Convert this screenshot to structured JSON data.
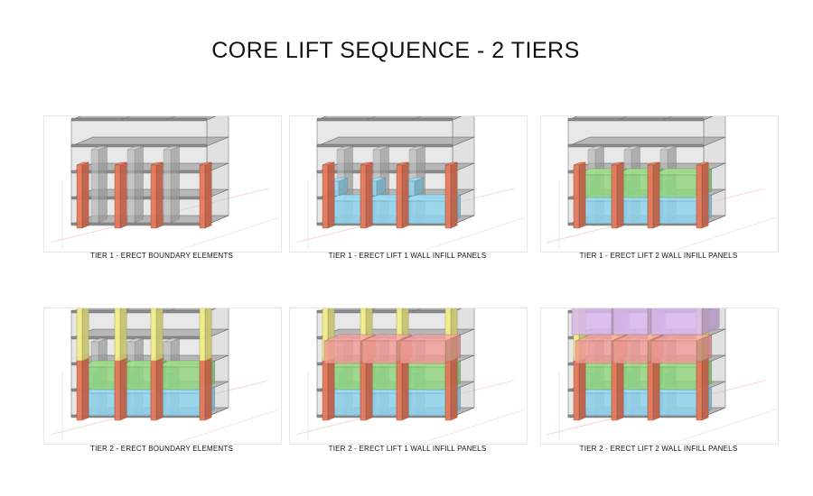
{
  "title": "CORE LIFT SEQUENCE - 2 TIERS",
  "colors": {
    "boundary_tier1": "#e8785a",
    "boundary_tier2": "#f3ef8a",
    "lift1_tier1": "#8fd3ee",
    "lift2_tier1": "#93d67f",
    "lift1_tier2": "#f29a95",
    "lift2_tier2": "#d9b8ee",
    "structure": "#9c9c9c"
  },
  "panels": [
    {
      "caption": "TIER 1 - ERECT BOUNDARY ELEMENTS",
      "stage": 1
    },
    {
      "caption": "TIER 1 - ERECT LIFT 1 WALL INFILL PANELS",
      "stage": 2
    },
    {
      "caption": "TIER 1 - ERECT LIFT 2 WALL INFILL PANELS",
      "stage": 3
    },
    {
      "caption": "TIER 2 - ERECT BOUNDARY ELEMENTS",
      "stage": 4
    },
    {
      "caption": "TIER 2 - ERECT LIFT 1 WALL INFILL PANELS",
      "stage": 5
    },
    {
      "caption": "TIER 2 - ERECT LIFT 2 WALL INFILL PANELS",
      "stage": 6
    }
  ]
}
